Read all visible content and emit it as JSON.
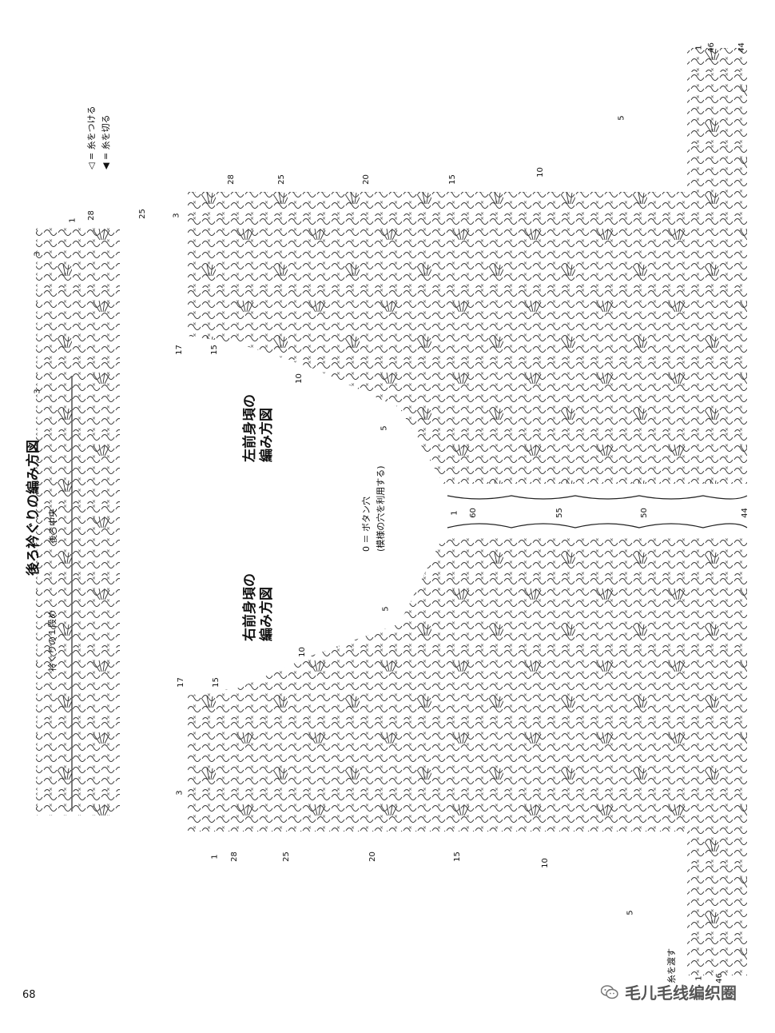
{
  "page_number": "68",
  "watermark": {
    "text": "毛儿毛线编织圈",
    "icon": "wechat-icon"
  },
  "titles": {
    "back_neck": "後ろ衿ぐりの編み方図",
    "right_front": [
      "右前身頃の",
      "編み方図"
    ],
    "left_front": [
      "左前身頃の",
      "編み方図"
    ]
  },
  "legend": {
    "attach": "◁ = 糸をつける",
    "cut": "◀ = 糸を切る"
  },
  "labels": {
    "back_center": "後ろ中央",
    "first_row": "衿ぐりの１段め",
    "carry_yarn": "糸を渡す",
    "button_hole_1": "0 ＝ ボタン穴",
    "button_hole_2": "(模様の穴を利用する)"
  },
  "row_numbers": {
    "back_neck": [
      "28",
      "1",
      "25",
      "3",
      "3"
    ],
    "left_front_top": [
      "28",
      "25",
      "20",
      "15",
      "10",
      "5",
      "1",
      "46",
      "44",
      "3"
    ],
    "left_front_neck": [
      "17",
      "15",
      "10",
      "5"
    ],
    "right_front_bottom": [
      "1",
      "28",
      "25",
      "20",
      "15",
      "10",
      "5",
      "1",
      "46",
      "3"
    ],
    "right_front_neck": [
      "17",
      "15",
      "10",
      "5"
    ],
    "center": [
      "1",
      "60",
      "55",
      "50",
      "44"
    ]
  }
}
